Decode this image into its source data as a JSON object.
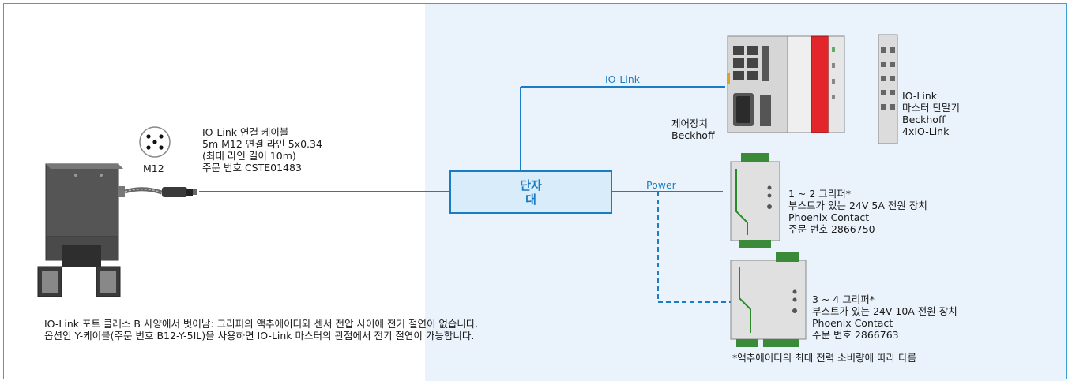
{
  "cable": {
    "connector_label": "M12",
    "lines": [
      "IO-Link 연결 케이블",
      "5m M12 연결 라인 5x0.34",
      "(최대 라인 길이 10m)",
      "주문 번호 CSTE01483"
    ]
  },
  "terminal": {
    "line1": "단자",
    "line2": "대"
  },
  "links": {
    "iolink": "IO-Link",
    "power": "Power"
  },
  "controller": {
    "lines": [
      "제어장치",
      "Beckhoff"
    ]
  },
  "master": {
    "lines": [
      "IO-Link",
      "마스터 단말기",
      "Beckhoff",
      "4xIO-Link"
    ]
  },
  "psu1": {
    "lines": [
      "1 ~ 2 그리퍼*",
      "부스트가 있는 24V 5A 전원 장치",
      "Phoenix Contact",
      "주문 번호 2866750"
    ]
  },
  "psu2": {
    "lines": [
      "3 ~ 4 그리퍼*",
      "부스트가 있는 24V 10A 전원 장치",
      "Phoenix Contact",
      "주문 번호 2866763"
    ]
  },
  "footnote": "*액추에이터의 최대 전력 소비량에 따라 다름",
  "note": {
    "line1": "IO-Link 포트 클래스 B 사양에서 벗어남: 그리퍼의 액추에이터와 센서 전압 사이에 전기 절연이 없습니다.",
    "line2": "옵션인 Y-케이블(주문 번호 B12-Y-5IL)을 사용하면 IO-Link 마스터의 관점에서 전기 절연이 가능합니다."
  },
  "colors": {
    "accent": "#1a7cc4",
    "frame": "#3aa0d8",
    "panel": "#eaf3fb",
    "red_module": "#e3262b"
  }
}
